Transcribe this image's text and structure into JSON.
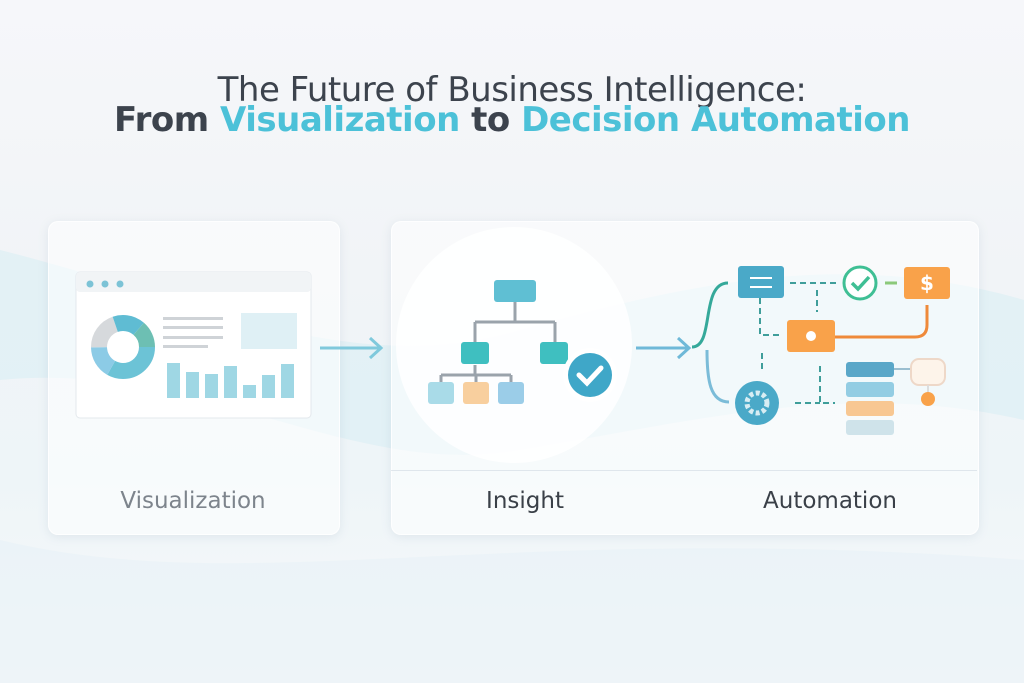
{
  "title": {
    "line1": "The Future of Business Intelligence:",
    "line2_prefix": "From ",
    "line2_accent1": "Visualization",
    "line2_mid": " to ",
    "line2_accent2": "Decision Automation"
  },
  "stages": [
    {
      "label": "Visualization"
    },
    {
      "label": "Insight"
    },
    {
      "label": "Automation"
    }
  ],
  "colors": {
    "accent": "#4cc1d8",
    "text": "#3c434d",
    "orange": "#f9a24a",
    "teal": "#4ab3c9",
    "green": "#3fbf94"
  },
  "icons": [
    "dashboard-window",
    "donut-chart",
    "bar-chart",
    "hierarchy-tree",
    "check-badge",
    "list-icon",
    "check-circle",
    "dollar-icon",
    "gear-icon",
    "stacked-blocks"
  ]
}
